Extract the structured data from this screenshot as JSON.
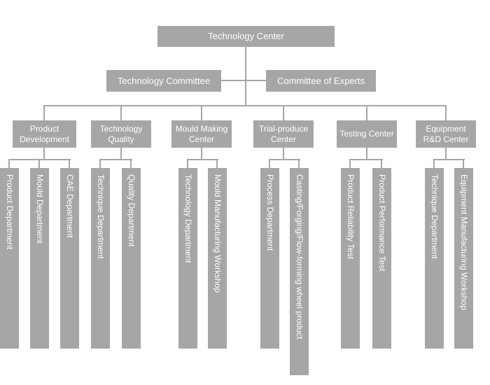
{
  "diagram": {
    "type": "org-chart",
    "root": {
      "label": "Technology Center"
    },
    "committees": [
      {
        "label": "Technology Committee"
      },
      {
        "label": "Committee of Experts"
      }
    ],
    "branches": [
      {
        "label": "Product Development",
        "children": [
          "Product Department",
          "Mould Department",
          "CAE Department"
        ]
      },
      {
        "label": "Technology Quality",
        "children": [
          "Technique Department",
          "Quality Department"
        ]
      },
      {
        "label": "Mould Making Center",
        "children": [
          "Technology Department",
          "Mould Manufacturing Workshop"
        ]
      },
      {
        "label": "Trial-produce Center",
        "children": [
          "Process Department",
          "Casting/Forging/Flow-forming wheel product"
        ]
      },
      {
        "label": "Testing Center",
        "children": [
          "Product Reliability Test",
          "Product Performance Test"
        ]
      },
      {
        "label": "Equipment R&D Center",
        "children": [
          "Technique Department",
          "Equipment Manufacturing Workshop"
        ]
      }
    ],
    "colors": {
      "box": "#a6a6a6",
      "text": "#ffffff",
      "line": "#a6a6a6",
      "background": "#ffffff"
    }
  }
}
